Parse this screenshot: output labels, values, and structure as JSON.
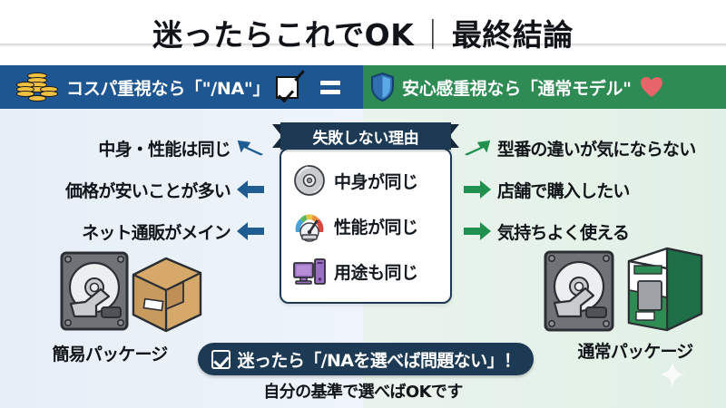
{
  "title": {
    "main": "迷ったらこれでOK",
    "separator": "｜",
    "sub": "最終結論"
  },
  "banner": {
    "left": {
      "text": "コスパ重視なら「\"/NA\"」",
      "icon": "coins-icon",
      "check_icon": "checkmark-icon",
      "color": "#1d5690"
    },
    "equals": "=",
    "right": {
      "text": "安心感重視なら「通常モデル\"",
      "icon": "shield-icon",
      "heart_icon": "heart-icon",
      "color": "#2e8b53"
    }
  },
  "center": {
    "ribbon_label": "失敗しない理由",
    "ribbon_color": "#1d3a55",
    "reasons": [
      {
        "icon": "disc-icon",
        "label": "中身が同じ"
      },
      {
        "icon": "speedometer-icon",
        "label": "性能が同じ"
      },
      {
        "icon": "desktop-pc-icon",
        "label": "用途も同じ"
      }
    ]
  },
  "left_column": {
    "arrow_color": "#1f5c92",
    "items": [
      {
        "text": "中身・性能は同じ"
      },
      {
        "text": "価格が安いことが多い"
      },
      {
        "text": "ネット通販がメイン"
      }
    ]
  },
  "right_column": {
    "arrow_color": "#219150",
    "items": [
      {
        "text": "型番の違いが気にならない"
      },
      {
        "text": "店舗で購入したい"
      },
      {
        "text": "気持ちよく使える"
      }
    ]
  },
  "products": {
    "left": {
      "label": "簡易パッケージ",
      "art": "hdd-and-cardboard-box"
    },
    "right": {
      "label": "通常パッケージ",
      "art": "hdd-and-retail-box"
    }
  },
  "footer": {
    "pill_text": "迷ったら「/NAを選べば問題ない」！",
    "pill_icon": "checkbox-checked-icon",
    "caption": "自分の基準で選べばOKです"
  }
}
